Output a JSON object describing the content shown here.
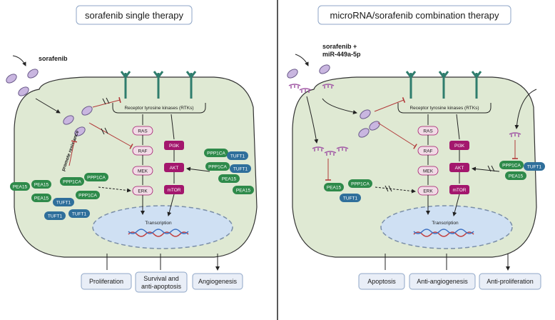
{
  "left": {
    "title": "sorafenib single therapy",
    "drug": "sorafenib",
    "rtk_label": "Receptor tyrosine kinases (RTKs)",
    "resistance": "promote resistance",
    "path_mapk": [
      "RAS",
      "RAF",
      "MEK",
      "ERK"
    ],
    "path_pi3k": [
      "PI3K",
      "AKT",
      "mTOR"
    ],
    "cluster_left": [
      "PEA15",
      "PEA15",
      "PPP1CA",
      "PPP1CA",
      "PEA15",
      "TUFT1",
      "PPP1CA",
      "TUFT1",
      "TUFT1"
    ],
    "cluster_right": [
      "PPP1CA",
      "TUFT1",
      "PPP1CA",
      "TUFT1",
      "PEA15",
      "PEA15"
    ],
    "transcription": "Transcription",
    "outcomes": [
      "Proliferation",
      "Survival and\nanti-apoptosis",
      "Angiogenesis"
    ]
  },
  "right": {
    "title": "microRNA/sorafenib combination therapy",
    "drug": "sorafenib +\nmiR-449a-5p",
    "rtk_label": "Receptor tyrosine kinases (RTKs)",
    "path_mapk": [
      "RAS",
      "RAF",
      "MEK",
      "ERK"
    ],
    "path_pi3k": [
      "PI3K",
      "AKT",
      "mTOR"
    ],
    "cluster_left": [
      "PEA15",
      "PPP1CA",
      "TUFT1"
    ],
    "cluster_right": [
      "PPP1CA",
      "TUFT1",
      "PEA15"
    ],
    "transcription": "Transcription",
    "outcomes": [
      "Apoptosis",
      "Anti-angiogenesis",
      "Anti-proliferation"
    ]
  },
  "colors": {
    "cell": "#dfe9d3",
    "nucleus": "#cfe0f3",
    "receptor": "#2f7d6d",
    "drug": "#c9b6e0",
    "pathway_pink": "#f1dbe6",
    "pathway_magenta": "#a3176d",
    "green": "#2e8a4a",
    "blue": "#2f6f9b",
    "inhibit": "#b23a3a",
    "mirna": "#a25aa6"
  }
}
